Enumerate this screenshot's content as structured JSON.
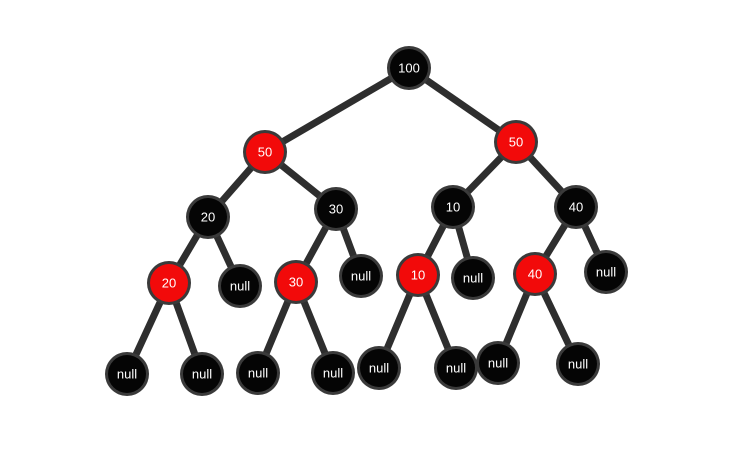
{
  "colors": {
    "black_node": "#050505",
    "red_node": "#f20a0a",
    "edge": "#2e2e2e",
    "label": "#ffffff",
    "background": "#ffffff"
  },
  "tree": {
    "nodes": [
      {
        "id": "n100",
        "label": "100",
        "color": "black"
      },
      {
        "id": "n50a",
        "label": "50",
        "color": "red"
      },
      {
        "id": "n50b",
        "label": "50",
        "color": "red"
      },
      {
        "id": "n20a",
        "label": "20",
        "color": "black"
      },
      {
        "id": "n30a",
        "label": "30",
        "color": "black"
      },
      {
        "id": "n10a",
        "label": "10",
        "color": "black"
      },
      {
        "id": "n40a",
        "label": "40",
        "color": "black"
      },
      {
        "id": "n20b",
        "label": "20",
        "color": "red"
      },
      {
        "id": "null1",
        "label": "null",
        "color": "black"
      },
      {
        "id": "n30b",
        "label": "30",
        "color": "red"
      },
      {
        "id": "null2",
        "label": "null",
        "color": "black"
      },
      {
        "id": "n10b",
        "label": "10",
        "color": "red"
      },
      {
        "id": "null3",
        "label": "null",
        "color": "black"
      },
      {
        "id": "n40b",
        "label": "40",
        "color": "red"
      },
      {
        "id": "null4",
        "label": "null",
        "color": "black"
      },
      {
        "id": "null5",
        "label": "null",
        "color": "black"
      },
      {
        "id": "null6",
        "label": "null",
        "color": "black"
      },
      {
        "id": "null7",
        "label": "null",
        "color": "black"
      },
      {
        "id": "null8",
        "label": "null",
        "color": "black"
      },
      {
        "id": "null9",
        "label": "null",
        "color": "black"
      },
      {
        "id": "null10",
        "label": "null",
        "color": "black"
      },
      {
        "id": "null11",
        "label": "null",
        "color": "black"
      },
      {
        "id": "null12",
        "label": "null",
        "color": "black"
      }
    ],
    "edges": [
      [
        "n100",
        "n50a"
      ],
      [
        "n100",
        "n50b"
      ],
      [
        "n50a",
        "n20a"
      ],
      [
        "n50a",
        "n30a"
      ],
      [
        "n50b",
        "n10a"
      ],
      [
        "n50b",
        "n40a"
      ],
      [
        "n20a",
        "n20b"
      ],
      [
        "n20a",
        "null1"
      ],
      [
        "n30a",
        "n30b"
      ],
      [
        "n30a",
        "null2"
      ],
      [
        "n10a",
        "n10b"
      ],
      [
        "n10a",
        "null3"
      ],
      [
        "n40a",
        "n40b"
      ],
      [
        "n40a",
        "null4"
      ],
      [
        "n20b",
        "null5"
      ],
      [
        "n20b",
        "null6"
      ],
      [
        "n30b",
        "null7"
      ],
      [
        "n30b",
        "null8"
      ],
      [
        "n10b",
        "null9"
      ],
      [
        "n10b",
        "null10"
      ],
      [
        "n40b",
        "null11"
      ],
      [
        "n40b",
        "null12"
      ]
    ]
  }
}
